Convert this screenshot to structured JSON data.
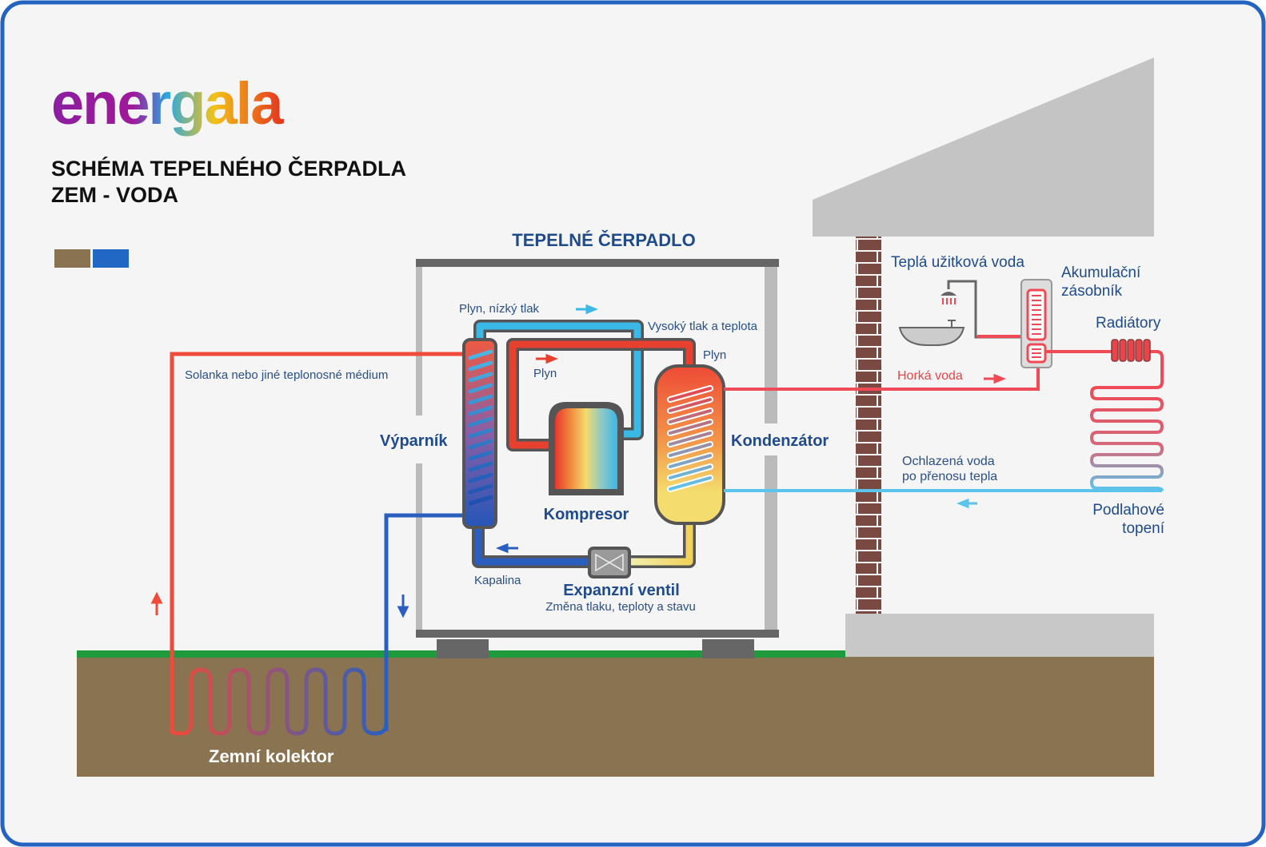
{
  "logo": {
    "text": "energala"
  },
  "title": {
    "line1": "SCHÉMA TEPELNÉHO ČERPADLA",
    "line2": "ZEM - VODA"
  },
  "legend": {
    "colors": [
      "#8a7350",
      "#2068c4"
    ]
  },
  "heat_pump": {
    "label": "TEPELNÉ ČERPADLO",
    "gas_low_pressure": "Plyn, nízký tlak",
    "high_pressure": "Vysoký tlak a teplota",
    "gas_inner": "Plyn",
    "gas_condenser": "Plyn",
    "evaporator": "Výparník",
    "condenser": "Kondenzátor",
    "compressor": "Kompresor",
    "liquid": "Kapalina",
    "valve": "Expanzní ventil",
    "valve_sub": "Změna tlaku, teploty a stavu"
  },
  "ground": {
    "brine": "Solanka nebo jiné teplonosné médium",
    "collector": "Zemní kolektor"
  },
  "house": {
    "dhw": "Teplá užitková voda",
    "tank_line1": "Akumulační",
    "tank_line2": "zásobník",
    "radiators": "Radiátory",
    "hot_water": "Horká voda",
    "cooled_line1": "Ochlazená voda",
    "cooled_line2": "po přenosu tepla",
    "floor_line1": "Podlahové",
    "floor_line2": "topení"
  },
  "colors": {
    "frame": "#2464c0",
    "hot": "#e8454a",
    "cold": "#5cc3ea",
    "brick": "#7a4a42"
  }
}
